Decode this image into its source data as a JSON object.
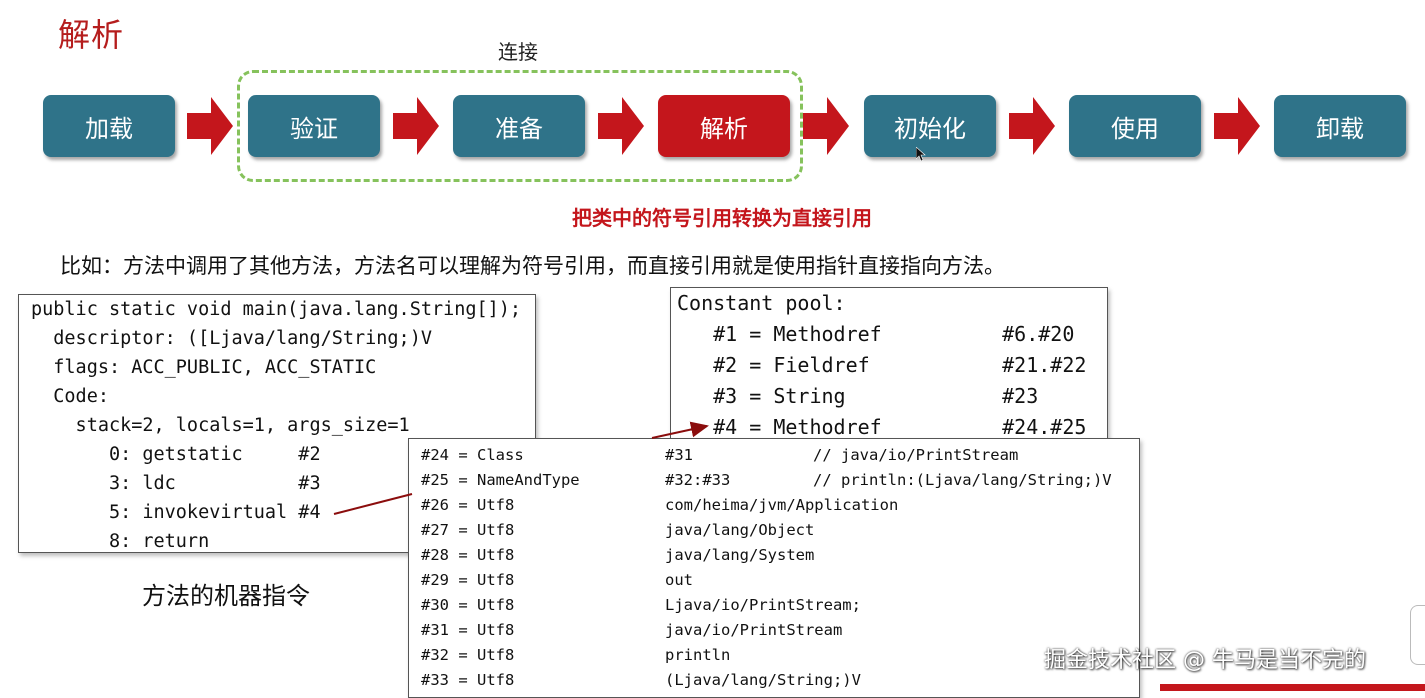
{
  "title": "解析",
  "connect_label": "连接",
  "stages": [
    {
      "label": "加载",
      "active": false
    },
    {
      "label": "验证",
      "active": false
    },
    {
      "label": "准备",
      "active": false
    },
    {
      "label": "解析",
      "active": true
    },
    {
      "label": "初始化",
      "active": false
    },
    {
      "label": "使用",
      "active": false
    },
    {
      "label": "卸载",
      "active": false
    }
  ],
  "subtitle": "把类中的符号引用转换为直接引用",
  "example_text": "比如：方法中调用了其他方法，方法名可以理解为符号引用，而直接引用就是使用指针直接指向方法。",
  "method_code": [
    "public static void main(java.lang.String[]);",
    "  descriptor: ([Ljava/lang/String;)V",
    "  flags: ACC_PUBLIC, ACC_STATIC",
    "  Code:",
    "    stack=2, locals=1, args_size=1",
    "       0: getstatic     #2",
    "       3: ldc           #3",
    "       5: invokevirtual #4",
    "       8: return"
  ],
  "machine_caption": "方法的机器指令",
  "constant_pool": {
    "header": "Constant pool:",
    "lines": [
      "   #1 = Methodref          #6.#20",
      "   #2 = Fieldref           #21.#22",
      "   #3 = String             #23",
      "   #4 = Methodref          #24.#25"
    ]
  },
  "pool_entries": [
    {
      "id": "#24 = Class",
      "value": "#31",
      "comment": "// java/io/PrintStream"
    },
    {
      "id": "#25 = NameAndType",
      "value": "#32:#33",
      "comment": "// println:(Ljava/lang/String;)V"
    },
    {
      "id": "#26 = Utf8",
      "value": "com/heima/jvm/Application",
      "comment": ""
    },
    {
      "id": "#27 = Utf8",
      "value": "java/lang/Object",
      "comment": ""
    },
    {
      "id": "#28 = Utf8",
      "value": "java/lang/System",
      "comment": ""
    },
    {
      "id": "#29 = Utf8",
      "value": "out",
      "comment": ""
    },
    {
      "id": "#30 = Utf8",
      "value": "Ljava/io/PrintStream;",
      "comment": ""
    },
    {
      "id": "#31 = Utf8",
      "value": "java/io/PrintStream",
      "comment": ""
    },
    {
      "id": "#32 = Utf8",
      "value": "println",
      "comment": ""
    },
    {
      "id": "#33 = Utf8",
      "value": "(Ljava/lang/String;)V",
      "comment": ""
    }
  ],
  "watermark": "掘金技术社区 @ 牛马是当不完的",
  "colors": {
    "stage_fill": "#2f7389",
    "stage_active_fill": "#c4161c",
    "arrow_fill": "#c4161c",
    "connect_frame": "#86c25c",
    "title": "#b51d1d"
  }
}
